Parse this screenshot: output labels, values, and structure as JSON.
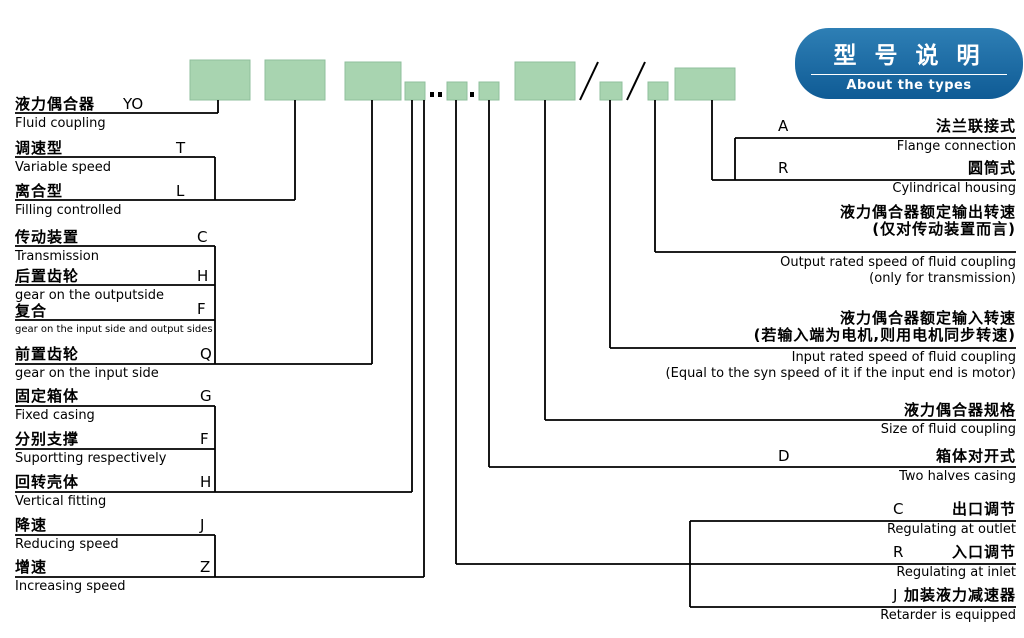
{
  "badge": {
    "title_zh": "型 号 说 明",
    "title_en": "About the types"
  },
  "colors": {
    "code_box_fill": "#a8d4b0",
    "badge_blue_top": "#2e7fb5",
    "badge_blue_bottom": "#0f5b95",
    "line_color": "#000000"
  },
  "left_items": [
    {
      "zh": "液力偶合器",
      "letter": "YO",
      "en": "Fluid coupling"
    },
    {
      "zh": "调速型",
      "letter": "T",
      "en": "Variable speed"
    },
    {
      "zh": "离合型",
      "letter": "L",
      "en": "Filling controlled"
    },
    {
      "zh": "传动装置",
      "letter": "C",
      "en": "Transmission"
    },
    {
      "zh": "后置齿轮",
      "letter": "H",
      "en": "gear on the outputside"
    },
    {
      "zh": "复合",
      "letter": "F",
      "en": "gear on the input side and output sides"
    },
    {
      "zh": "前置齿轮",
      "letter": "Q",
      "en": "gear on the input side"
    },
    {
      "zh": "固定箱体",
      "letter": "G",
      "en": "Fixed casing"
    },
    {
      "zh": "分别支撑",
      "letter": "F",
      "en": "Suportting respectively"
    },
    {
      "zh": "回转壳体",
      "letter": "H",
      "en": "Vertical fitting"
    },
    {
      "zh": "降速",
      "letter": "J",
      "en": "Reducing speed"
    },
    {
      "zh": "增速",
      "letter": "Z",
      "en": "Increasing speed"
    }
  ],
  "right_items": [
    {
      "letter": "A",
      "zh": "法兰联接式",
      "en": "Flange connection"
    },
    {
      "letter": "R",
      "zh": "圆筒式",
      "en": "Cylindrical housing"
    },
    {
      "zh": "液力偶合器额定输出转速",
      "zh2": "(仅对传动装置而言)",
      "en": "Output rated speed of fluid coupling",
      "en2": "(only for transmission)"
    },
    {
      "zh": "液力偶合器额定输入转速",
      "zh2": "(若输入端为电机,则用电机同步转速)",
      "en": "Input rated speed of fluid coupling",
      "en2": "(Equal to the syn speed of it if the input end is motor)"
    },
    {
      "zh": "液力偶合器规格",
      "en": "Size of fluid coupling"
    },
    {
      "letter": "D",
      "zh": "箱体对开式",
      "en": "Two halves casing"
    },
    {
      "letter": "C",
      "zh": "出口调节",
      "en": "Regulating at outlet"
    },
    {
      "letter": "R",
      "zh": "入口调节",
      "en": "Regulating at inlet"
    },
    {
      "letter": "J",
      "zh": "加装液力减速器",
      "en": "Retarder is equipped"
    }
  ]
}
